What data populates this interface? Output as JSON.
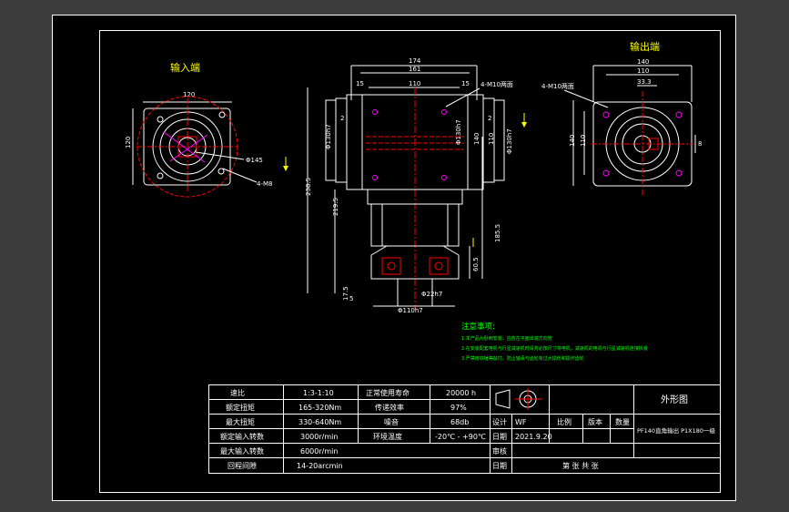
{
  "colors": {
    "frame_bg": "#3c3c3c",
    "sheet": "#000000",
    "white": "#ffffff",
    "yellow": "#ffff00",
    "green": "#00ff00",
    "red": "#ff0000",
    "cyan": "#00ffff",
    "magenta": "#ff00ff"
  },
  "views": {
    "input_title": "输入端",
    "output_title": "输出端"
  },
  "dims": {
    "input": {
      "width": "120",
      "height": "120",
      "pcd": "Φ145",
      "holes": "4-M8"
    },
    "front": {
      "d174": "174",
      "d161": "161",
      "d110": "110",
      "d15a": "15",
      "d15b": "15",
      "d2a": "2",
      "d2b": "2",
      "mholes": "4-M10两面",
      "phi130a": "Φ130h7",
      "phi130b": "Φ130h7",
      "d140": "140",
      "d110v": "110",
      "d238": "238.5",
      "d219": "219.5",
      "d185": "185.5",
      "d60": "60.5",
      "d17": "17.5",
      "d5": "5",
      "phi22": "Φ22h7",
      "phi110": "Φ110h7"
    },
    "output": {
      "mholes": "4-M10两面",
      "d140": "140",
      "d110": "110",
      "d33": "33.3",
      "v140": "140",
      "v110": "110",
      "d8": "8"
    }
  },
  "notes": {
    "title": "注意事项:",
    "items": [
      "1.本产品为卧倒安装，应放在平面出端方向管",
      "2.在安装配套电机与行星减速机时请务必按尺寸将电机，减速机的电机与行星减速机连接拆装",
      "3.严禁用铁锤等敲打，防止轴承与齿轮有过大损伤和损坏齿轮"
    ]
  },
  "spec_table": {
    "rows": [
      [
        "速比",
        "1:3-1:10",
        "正常使用寿命",
        "20000 h"
      ],
      [
        "额定扭矩",
        "165-320Nm",
        "传递效率",
        "97%"
      ],
      [
        "最大扭矩",
        "330-640Nm",
        "噪音",
        "68db"
      ],
      [
        "额定输入转数",
        "3000r/min",
        "环境温度",
        "-20℃ - +90℃"
      ],
      [
        "最大输入转数",
        "6000r/min",
        "",
        ""
      ],
      [
        "回程间隙",
        "14-20arcmin",
        "",
        ""
      ]
    ]
  },
  "title_block": {
    "drawing_name": "外形图",
    "design_label": "设计",
    "design_value": "WF",
    "scale_label": "比例",
    "version_label": "版本",
    "qty_label": "数量",
    "date_label_1": "日期",
    "date_value": "2021.9.20",
    "part_name": "PF140直角输出 P1X180一级",
    "review_label": "审核",
    "date_label_2": "日期",
    "sheet_label": "第  张  共  张"
  }
}
